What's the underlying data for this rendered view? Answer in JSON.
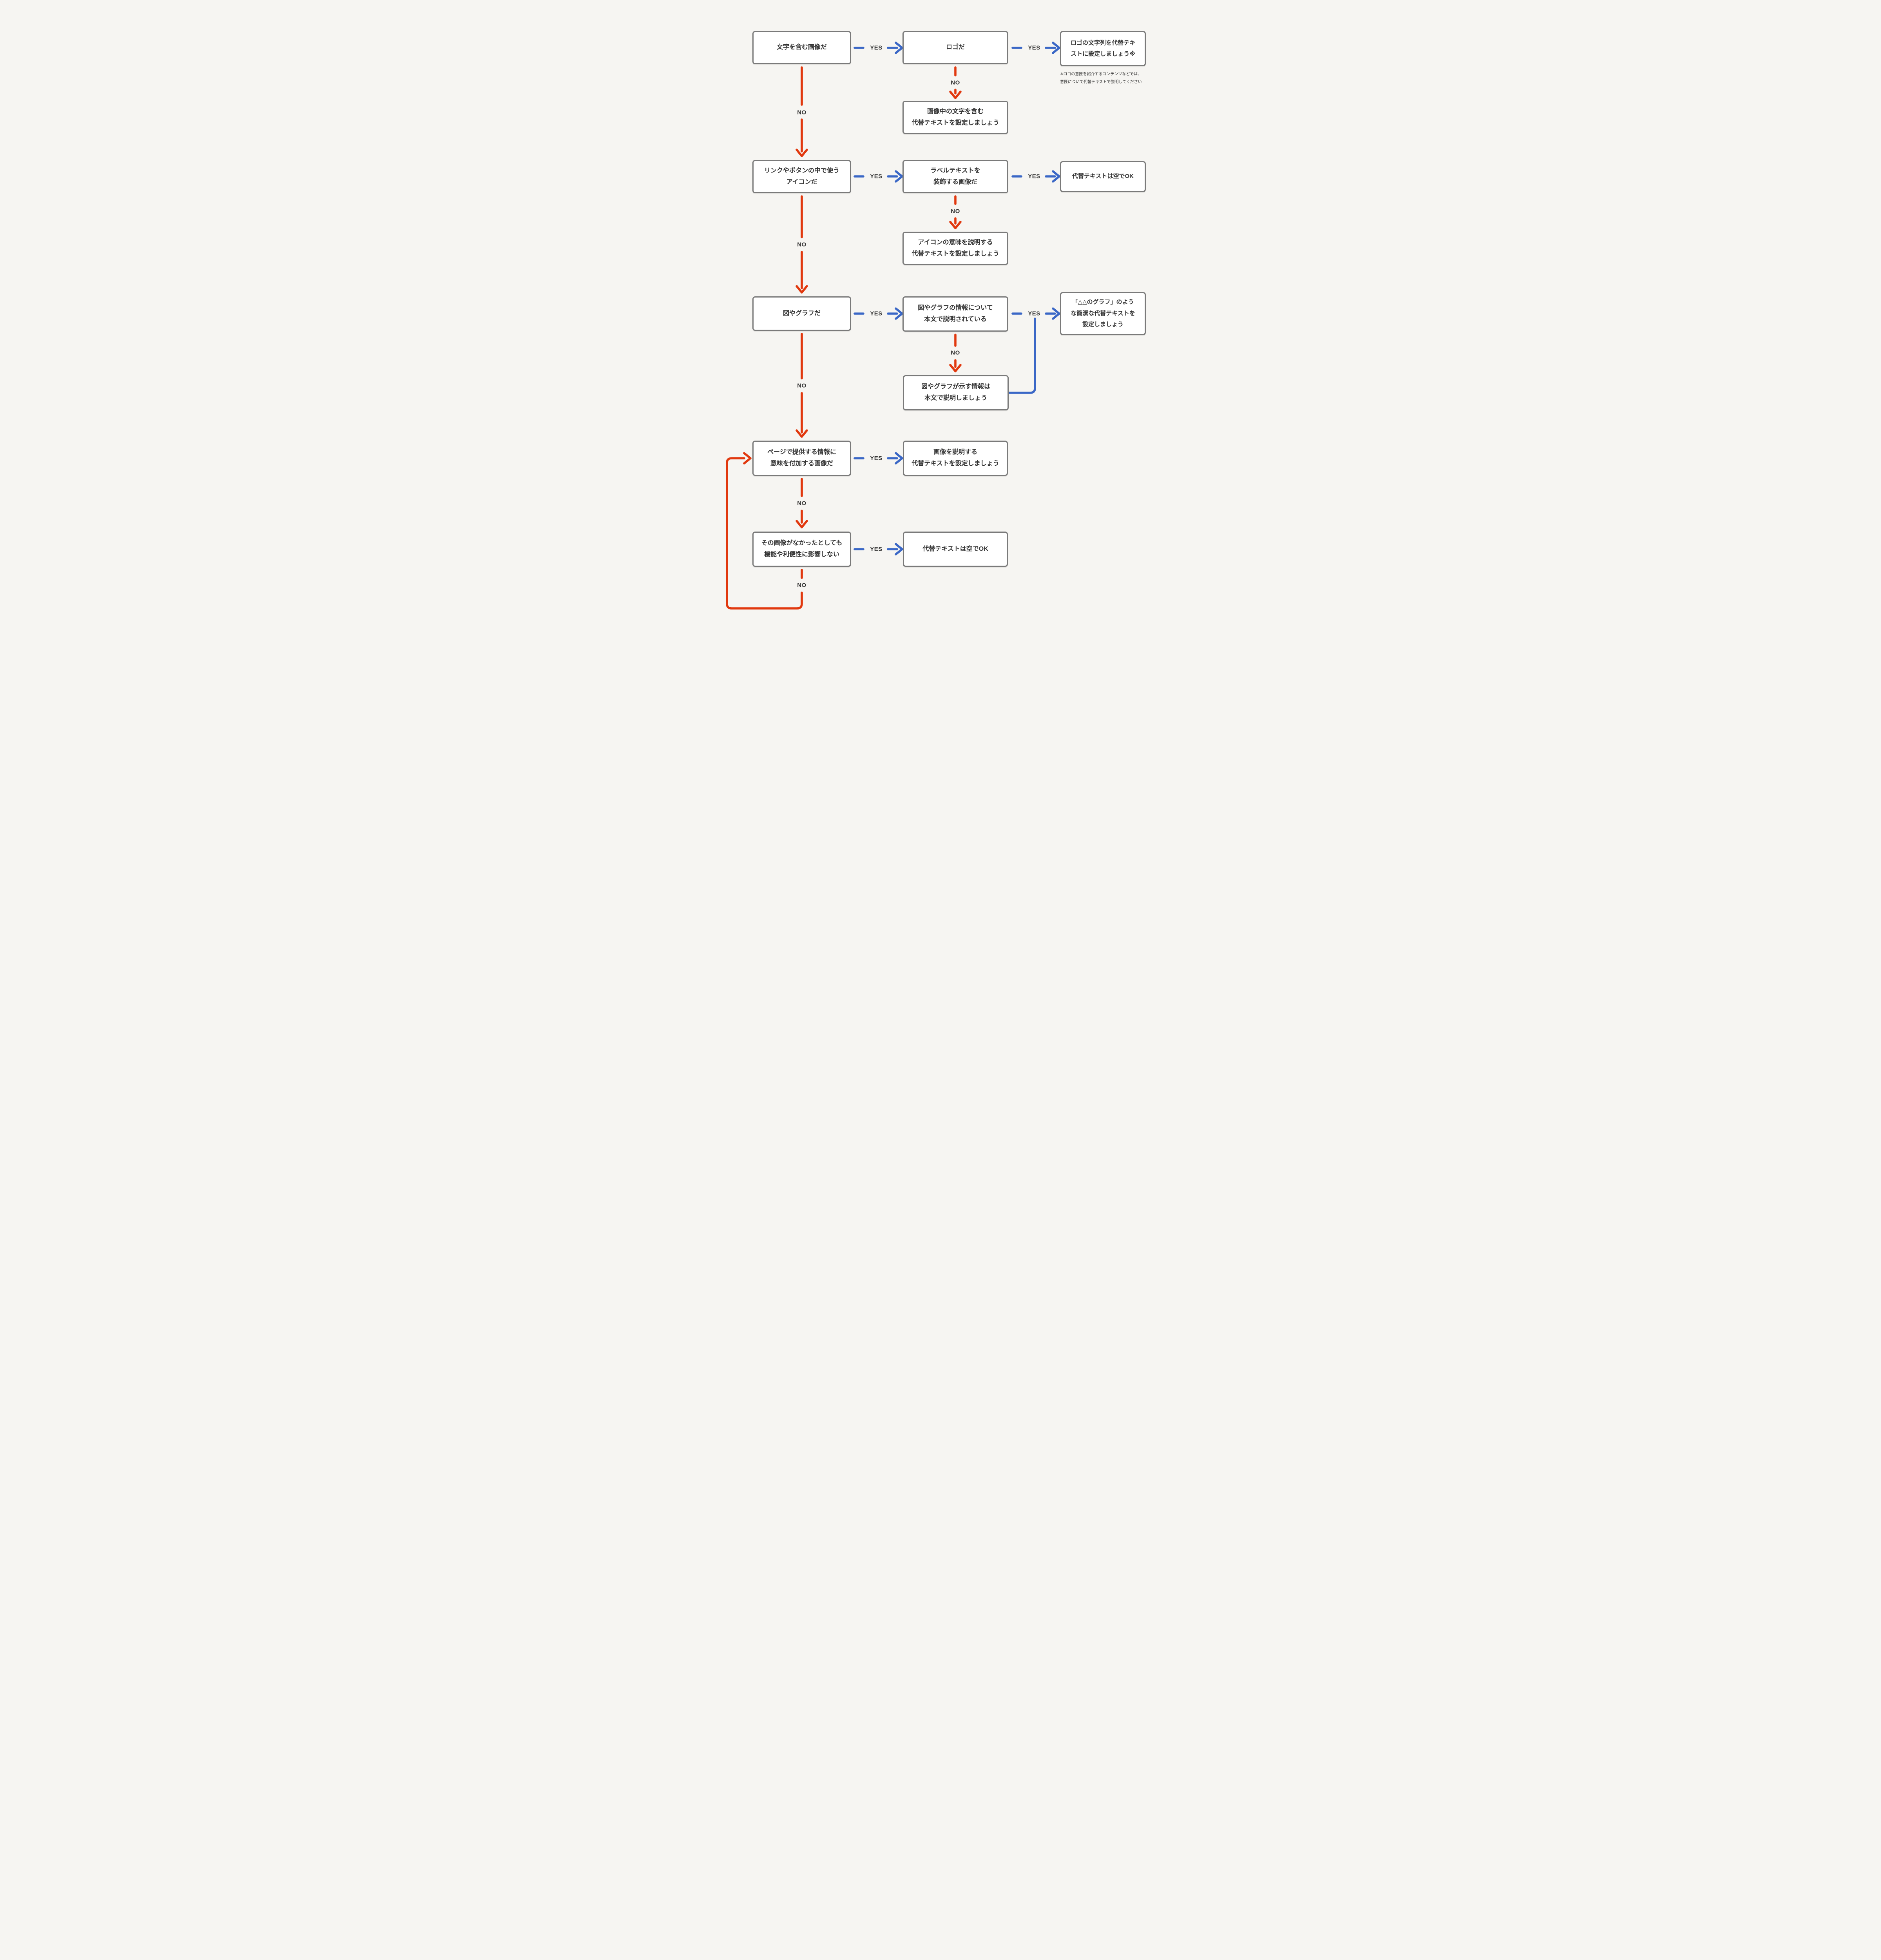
{
  "colors": {
    "page_bg": "#f6f5f2",
    "box_bg": "#ffffff",
    "border": "#7a7a7a",
    "text": "#333333",
    "red": "#e1380e",
    "blue": "#3a67c6"
  },
  "labels": {
    "yes": "YES",
    "no": "NO"
  },
  "boxes": {
    "text_image": {
      "lines": [
        "文字を含む画像だ"
      ]
    },
    "logo": {
      "lines": [
        "ロゴだ"
      ]
    },
    "logo_alt": {
      "lines": [
        "ロゴの文字列を代替テキ",
        "ストに設定しましょう※"
      ]
    },
    "image_text_alt": {
      "lines": [
        "画像中の文字を含む",
        "代替テキストを設定しましょう"
      ]
    },
    "icon_in_link": {
      "lines": [
        "リンクやボタンの中で使う",
        "アイコンだ"
      ]
    },
    "decorative_label": {
      "lines": [
        "ラベルテキストを",
        "装飾する画像だ"
      ]
    },
    "empty_alt_ok_1": {
      "lines": [
        "代替テキストは空でOK"
      ]
    },
    "icon_meaning_alt": {
      "lines": [
        "アイコンの意味を説明する",
        "代替テキストを設定しましょう"
      ]
    },
    "figure_graph": {
      "lines": [
        "図やグラフだ"
      ]
    },
    "figure_explained": {
      "lines": [
        "図やグラフの情報について",
        "本文で説明されている"
      ]
    },
    "figure_simple_alt": {
      "lines": [
        "「△△のグラフ」のよう",
        "な簡潔な代替テキストを",
        "設定しましょう"
      ]
    },
    "figure_explain_body": {
      "lines": [
        "図やグラフが示す情報は",
        "本文で説明しましょう"
      ]
    },
    "adds_meaning": {
      "lines": [
        "ページで提供する情報に",
        "意味を付加する画像だ"
      ]
    },
    "describe_image_alt": {
      "lines": [
        "画像を説明する",
        "代替テキストを設定しましょう"
      ]
    },
    "no_impact": {
      "lines": [
        "その画像がなかったとしても",
        "機能や利便性に影響しない"
      ]
    },
    "empty_alt_ok_2": {
      "lines": [
        "代替テキストは空でOK"
      ]
    }
  },
  "note": {
    "lines": [
      "※ロゴの意匠を紹介するコンテンツなどでは、",
      "意匠について代替テキストで説明してください"
    ]
  }
}
